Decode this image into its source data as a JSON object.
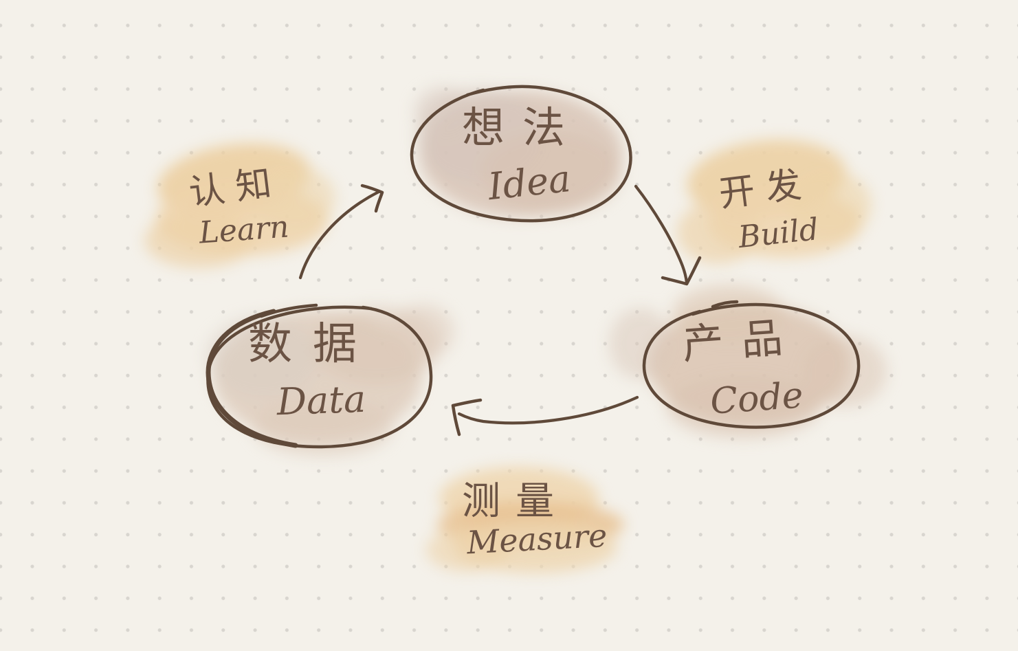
{
  "canvas": {
    "background_color": "#f4f1ea",
    "dot_grid_color": "#d8d5cf",
    "ink_color": "#5f4939",
    "text_color": "#6b5344",
    "node_wash_color": "#d8c4b5",
    "label_wash_color": "#ecd1a5"
  },
  "diagram": {
    "type": "cycle",
    "nodes": {
      "idea": {
        "zh": "想法",
        "en": "Idea"
      },
      "code": {
        "zh": "产品",
        "en": "Code"
      },
      "data": {
        "zh": "数据",
        "en": "Data"
      }
    },
    "edges": {
      "build": {
        "zh": "开发",
        "en": "Build",
        "from": "idea",
        "to": "code"
      },
      "measure": {
        "zh": "测量",
        "en": "Measure",
        "from": "code",
        "to": "data"
      },
      "learn": {
        "zh": "认知",
        "en": "Learn",
        "from": "data",
        "to": "idea"
      }
    }
  }
}
